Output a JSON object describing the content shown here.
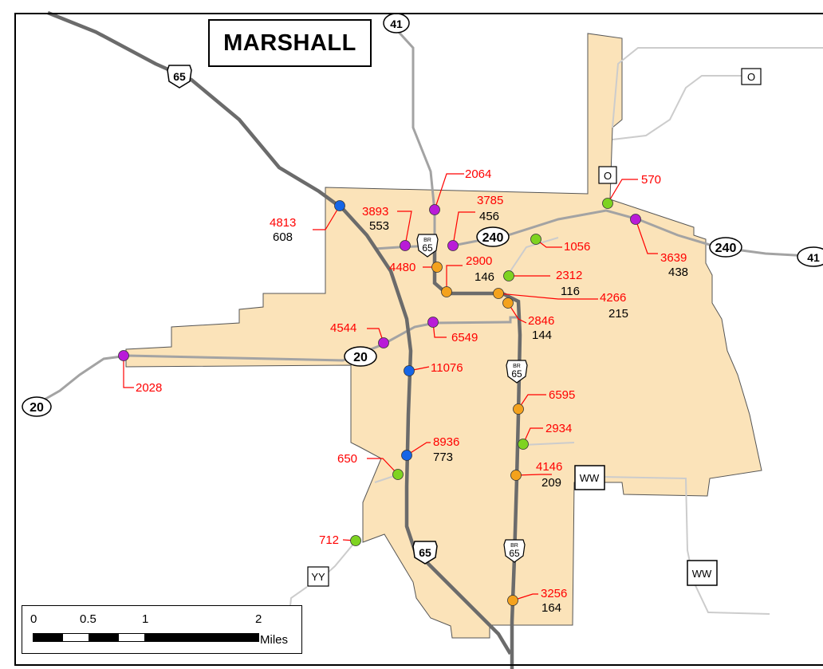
{
  "map": {
    "title": "MARSHALL",
    "colors": {
      "city_fill": "#fbe3b9",
      "primary_road": "#6b6b6b",
      "secondary_road": "#a3a3a3",
      "minor_road": "#c8c8c8",
      "label_red": "#ff0000",
      "label_black": "#000000",
      "blue_station": "#1565e6",
      "purple_station": "#b91bd8",
      "orange_station": "#f4a21d",
      "green_station": "#7ed321"
    },
    "route_shields": [
      {
        "id": "us-65-nw",
        "label": "65",
        "kind": "us"
      },
      {
        "id": "us-65-s",
        "label": "65",
        "kind": "us"
      },
      {
        "id": "br-65-north",
        "label": "65",
        "prefix": "BR",
        "kind": "business"
      },
      {
        "id": "br-65-mid",
        "label": "65",
        "prefix": "BR",
        "kind": "business"
      },
      {
        "id": "br-65-south",
        "label": "65",
        "prefix": "BR",
        "kind": "business"
      },
      {
        "id": "state-41-north",
        "label": "41",
        "kind": "state"
      },
      {
        "id": "state-41-east",
        "label": "41",
        "kind": "state"
      },
      {
        "id": "state-240-center",
        "label": "240",
        "kind": "state"
      },
      {
        "id": "state-240-east",
        "label": "240",
        "kind": "state"
      },
      {
        "id": "state-20-center",
        "label": "20",
        "kind": "state"
      },
      {
        "id": "state-20-west",
        "label": "20",
        "kind": "state"
      },
      {
        "id": "county-o-top",
        "label": "O",
        "kind": "county"
      },
      {
        "id": "county-o-mid",
        "label": "O",
        "kind": "county"
      },
      {
        "id": "county-ww-center",
        "label": "WW",
        "kind": "county"
      },
      {
        "id": "county-ww-east",
        "label": "WW",
        "kind": "county"
      },
      {
        "id": "county-yy",
        "label": "YY",
        "kind": "county"
      }
    ],
    "counts": [
      {
        "id": "c4813",
        "value": "4813",
        "sub": "608",
        "color": "blue"
      },
      {
        "id": "c3893",
        "value": "3893",
        "sub": "553",
        "color": "purple"
      },
      {
        "id": "c2064",
        "value": "2064",
        "sub": "",
        "color": "purple"
      },
      {
        "id": "c3785",
        "value": "3785",
        "sub": "456",
        "color": "purple"
      },
      {
        "id": "c570",
        "value": "570",
        "sub": "",
        "color": "green"
      },
      {
        "id": "c3639",
        "value": "3639",
        "sub": "438",
        "color": "purple"
      },
      {
        "id": "c1056",
        "value": "1056",
        "sub": "",
        "color": "green"
      },
      {
        "id": "c4480",
        "value": "4480",
        "sub": "",
        "color": "orange"
      },
      {
        "id": "c2900",
        "value": "2900",
        "sub": "146",
        "color": "orange"
      },
      {
        "id": "c2312",
        "value": "2312",
        "sub": "116",
        "color": "green"
      },
      {
        "id": "c4266",
        "value": "4266",
        "sub": "215",
        "color": "orange"
      },
      {
        "id": "c2846",
        "value": "2846",
        "sub": "144",
        "color": "orange"
      },
      {
        "id": "c4544",
        "value": "4544",
        "sub": "",
        "color": "purple"
      },
      {
        "id": "c6549",
        "value": "6549",
        "sub": "",
        "color": "purple"
      },
      {
        "id": "c2028",
        "value": "2028",
        "sub": "",
        "color": "purple"
      },
      {
        "id": "c11076",
        "value": "11076",
        "sub": "",
        "color": "blue"
      },
      {
        "id": "c6595",
        "value": "6595",
        "sub": "",
        "color": "orange"
      },
      {
        "id": "c2934",
        "value": "2934",
        "sub": "",
        "color": "green"
      },
      {
        "id": "c8936",
        "value": "8936",
        "sub": "773",
        "color": "blue"
      },
      {
        "id": "c650",
        "value": "650",
        "sub": "",
        "color": "green"
      },
      {
        "id": "c4146",
        "value": "4146",
        "sub": "209",
        "color": "orange"
      },
      {
        "id": "c712",
        "value": "712",
        "sub": "",
        "color": "green"
      },
      {
        "id": "c3256",
        "value": "3256",
        "sub": "164",
        "color": "orange"
      }
    ],
    "scale": {
      "ticks": [
        "0",
        "0.5",
        "1",
        "2"
      ],
      "units": "Miles"
    }
  }
}
